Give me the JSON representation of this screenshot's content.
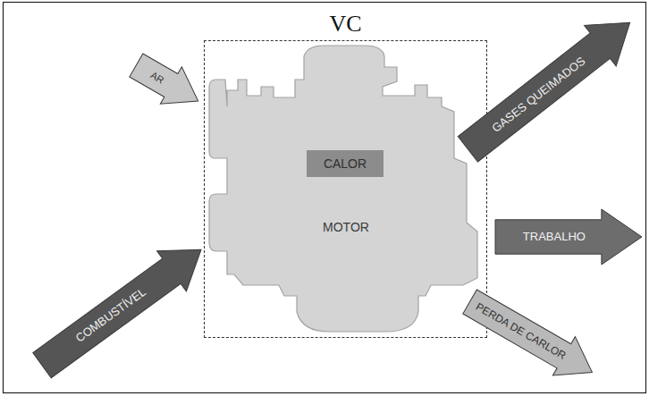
{
  "diagram": {
    "nodes": [
      {
        "text": [
          "VC"
        ]
      },
      {
        "text": [
          "MOTOR"
        ],
        "in": 0
      },
      {
        "text": [
          "CALOR"
        ],
        "in": 1
      },
      {
        "text": [
          "AR"
        ]
      },
      {
        "text": [
          "GASES QUEIMADOS"
        ]
      },
      {
        "text": [
          "TRABALHO"
        ]
      },
      {
        "text": [
          "COMBUSTÍVEL"
        ]
      },
      {
        "text": [
          "PERDA DE CARLOR"
        ]
      }
    ]
  }
}
